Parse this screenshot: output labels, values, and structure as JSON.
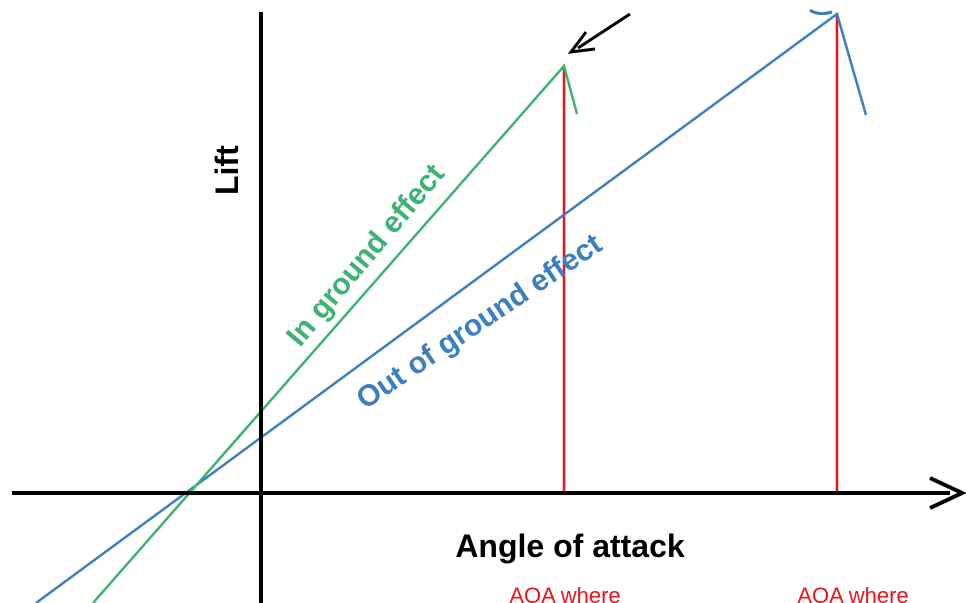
{
  "axes": {
    "x_label": "Angle of attack",
    "y_label": "Lift"
  },
  "curves": {
    "in_ground_effect": {
      "label": "In ground effect",
      "color": "#3cb371"
    },
    "out_of_ground_effect": {
      "label": "Out of ground effect",
      "color": "#3c7fc0"
    }
  },
  "annotations": {
    "left_caption": "AOA where",
    "right_caption": "AOA where",
    "marker_color": "#e8141c"
  },
  "colors": {
    "axis": "#000000",
    "background": "#ffffff"
  }
}
